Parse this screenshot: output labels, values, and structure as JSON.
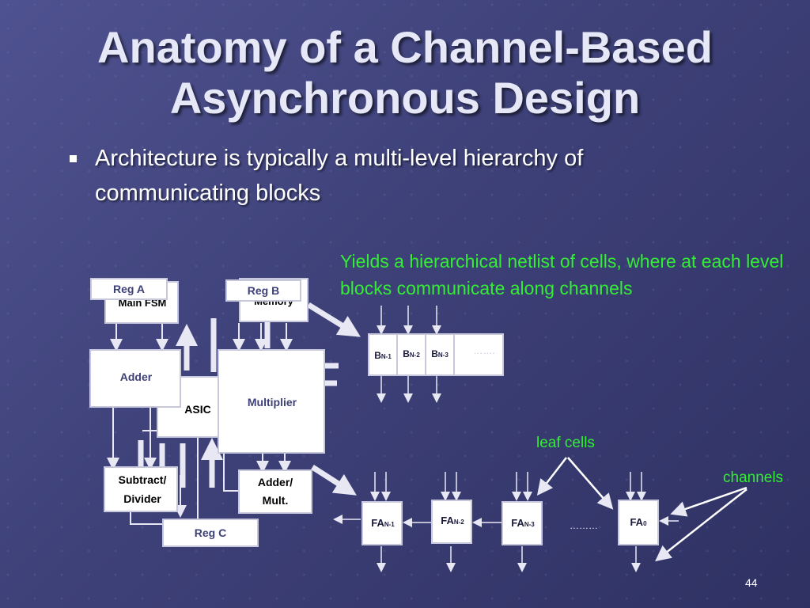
{
  "slide": {
    "title_line1": "Anatomy of a Channel-Based",
    "title_line2": "Asynchronous Design",
    "bullet": "Architecture is typically a multi-level hierarchy of communicating blocks",
    "note_main": "Yields a hierarchical netlist of cells, where at each level blocks communicate along channels",
    "note_leaf": "leaf cells",
    "note_channels": "channels",
    "page_number": "44"
  },
  "blocks": {
    "reg_a": "Reg A",
    "main_fsm": "Main FSM",
    "reg_b": "Reg B",
    "memory": "Memory",
    "adder": "Adder",
    "asic": "ASIC",
    "multiplier": "Multiplier",
    "subtract_line1": "Subtract/",
    "subtract_line2": "Divider",
    "addermult_line1": "Adder/",
    "addermult_line2": "Mult.",
    "reg_c": "Reg C"
  },
  "b_row": {
    "cells": [
      {
        "base": "B",
        "sub": "N-1"
      },
      {
        "base": "B",
        "sub": "N-2"
      },
      {
        "base": "B",
        "sub": "N-3"
      }
    ],
    "ellipsis": "……."
  },
  "fa_row": {
    "cells": [
      {
        "base": "FA",
        "sub": "N-1"
      },
      {
        "base": "FA",
        "sub": "N-2"
      },
      {
        "base": "FA",
        "sub": "N-3"
      },
      {
        "base": "FA",
        "sub": "0"
      }
    ],
    "ellipsis": "………"
  },
  "colors": {
    "background": "#3e4178",
    "annotation_green": "#33ee33",
    "block_fill": "#ffffff",
    "line": "#e8e8f4"
  }
}
